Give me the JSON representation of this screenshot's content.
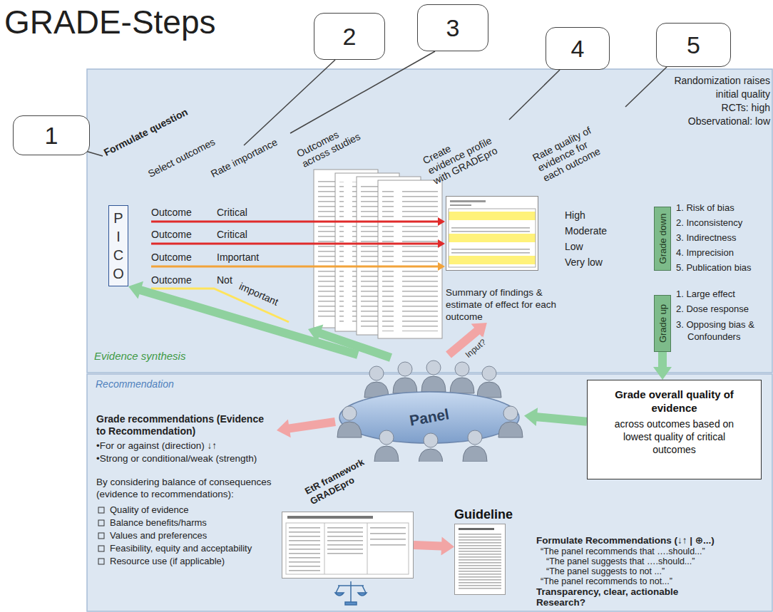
{
  "diagram": {
    "title": "GRADE-Steps",
    "nodes": [
      {
        "text": [
          "1"
        ]
      },
      {
        "text": [
          "2"
        ]
      },
      {
        "text": [
          "3"
        ]
      },
      {
        "text": [
          "4"
        ]
      },
      {
        "text": [
          "5"
        ]
      },
      {
        "text": [
          "Evidence synthesis"
        ]
      },
      {
        "text": [
          "P I C O"
        ],
        "in": 5
      },
      {
        "text": [
          "Summary of findings & estimate of effect for each outcome"
        ],
        "in": 5
      },
      {
        "text": [
          "Grade down"
        ],
        "in": 5
      },
      {
        "text": [
          "Grade up"
        ],
        "in": 5
      },
      {
        "text": [
          "Recommendation"
        ]
      },
      {
        "text": [
          "Panel"
        ]
      },
      {
        "text": [
          "Grade overall quality of evidence",
          "across outcomes based on lowest quality of critical outcomes"
        ],
        "in": 10
      },
      {
        "text": [
          "EtR framework GRADEpro"
        ],
        "in": 10
      },
      {
        "text": [
          "Guideline"
        ],
        "in": 10
      }
    ],
    "edges": [
      {
        "from": 11,
        "to": 6,
        "arrow": "to"
      },
      {
        "from": 11,
        "to": 7,
        "label": "Input?",
        "arrow": "to"
      },
      {
        "from": 9,
        "to": 12,
        "arrow": "to"
      },
      {
        "from": 12,
        "to": 11,
        "arrow": "to"
      },
      {
        "from": 13,
        "to": 14,
        "arrow": "to"
      }
    ],
    "labels": [
      "Formulate question",
      "Select outcomes",
      "Rate importance",
      "Outcomes across studies",
      "Create evidence profile with GRADEpro",
      "Rate quality of evidence for each outcome",
      "Randomization raises",
      "initial quality",
      "RCTs: high",
      "Observational: low",
      "Outcome",
      "Critical",
      "Outcome",
      "Critical",
      "Outcome",
      "Important",
      "Outcome",
      "Not",
      "important",
      "High",
      "Moderate",
      "Low",
      "Very low",
      "1. Risk of bias",
      "2. Inconsistency",
      "3. Indirectness",
      "4. Imprecision",
      "5. Publication bias",
      "1. Large effect",
      "2. Dose response",
      "3. Opposing bias & Confounders",
      "Grade recommendations (Evidence to Recommendation)",
      "•For or against (direction) ↓↑",
      "•Strong or conditional/weak (strength)",
      "By considering balance of consequences (evidence to recommendations):",
      "Quality of evidence",
      "Balance benefits/harms",
      "Values and preferences",
      "Feasibility, equity and acceptability",
      "Resource use (if applicable)",
      "Formulate Recommendations (↓↑ | ⊕...)",
      "“The panel recommends that ….should...”",
      "“The panel suggests that ….should...”",
      "“The panel suggests to not ...”",
      "“The panel recommends to not...”",
      "Transparency, clear, actionable",
      "Research?"
    ]
  }
}
